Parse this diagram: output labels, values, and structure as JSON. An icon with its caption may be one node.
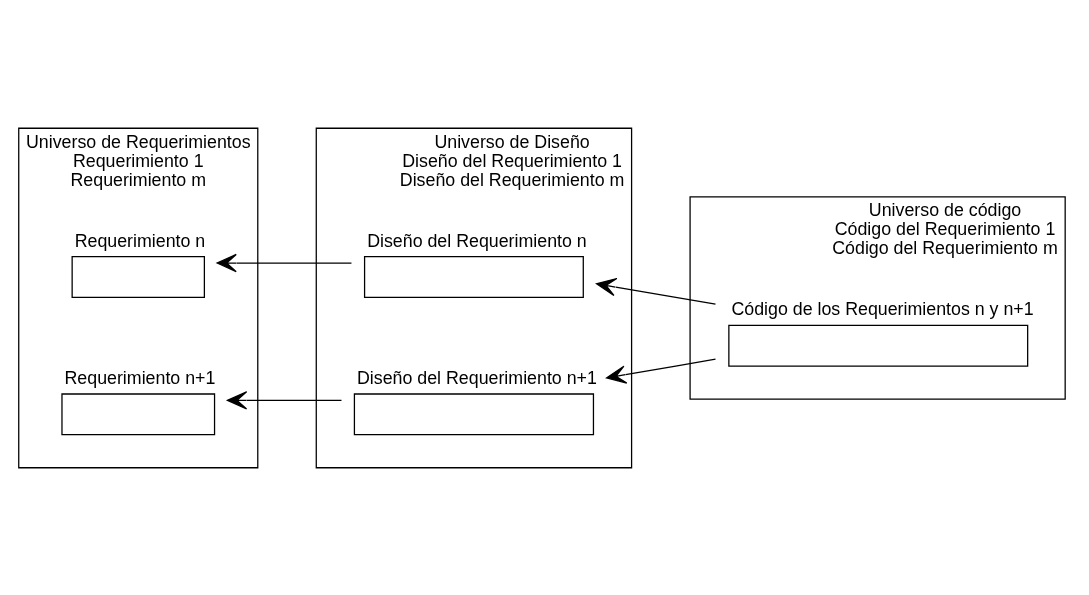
{
  "diagram": {
    "nodes": [
      {
        "text": [
          "Universo de Requerimientos",
          "Requerimiento 1",
          "Requerimiento m"
        ]
      },
      {
        "text": [],
        "shape": "box",
        "in": 0,
        "beside": [
          "Requerimiento n"
        ]
      },
      {
        "text": [],
        "shape": "box",
        "in": 0,
        "beside": [
          "Requerimiento n+1"
        ]
      },
      {
        "text": [
          "Universo de Diseño",
          "Diseño del Requerimiento 1",
          "Diseño del Requerimiento m"
        ]
      },
      {
        "text": [],
        "shape": "box",
        "in": 3,
        "beside": [
          "Diseño del Requerimiento n"
        ]
      },
      {
        "text": [],
        "shape": "box",
        "in": 3,
        "beside": [
          "Diseño del Requerimiento n+1"
        ]
      },
      {
        "text": [
          "Universo de código",
          "Código del Requerimiento 1",
          "Código del Requerimiento m"
        ]
      },
      {
        "text": [],
        "shape": "box",
        "in": 6,
        "beside": [
          "Código de los Requerimientos n y n+1"
        ]
      }
    ],
    "edges": [
      {
        "from": 4,
        "to": 1,
        "arrow": "to"
      },
      {
        "from": 7,
        "to": 4,
        "arrow": "to"
      },
      {
        "from": 7,
        "to": 5,
        "arrow": "to"
      },
      {
        "from": 5,
        "to": 2,
        "arrow": "to"
      }
    ]
  }
}
